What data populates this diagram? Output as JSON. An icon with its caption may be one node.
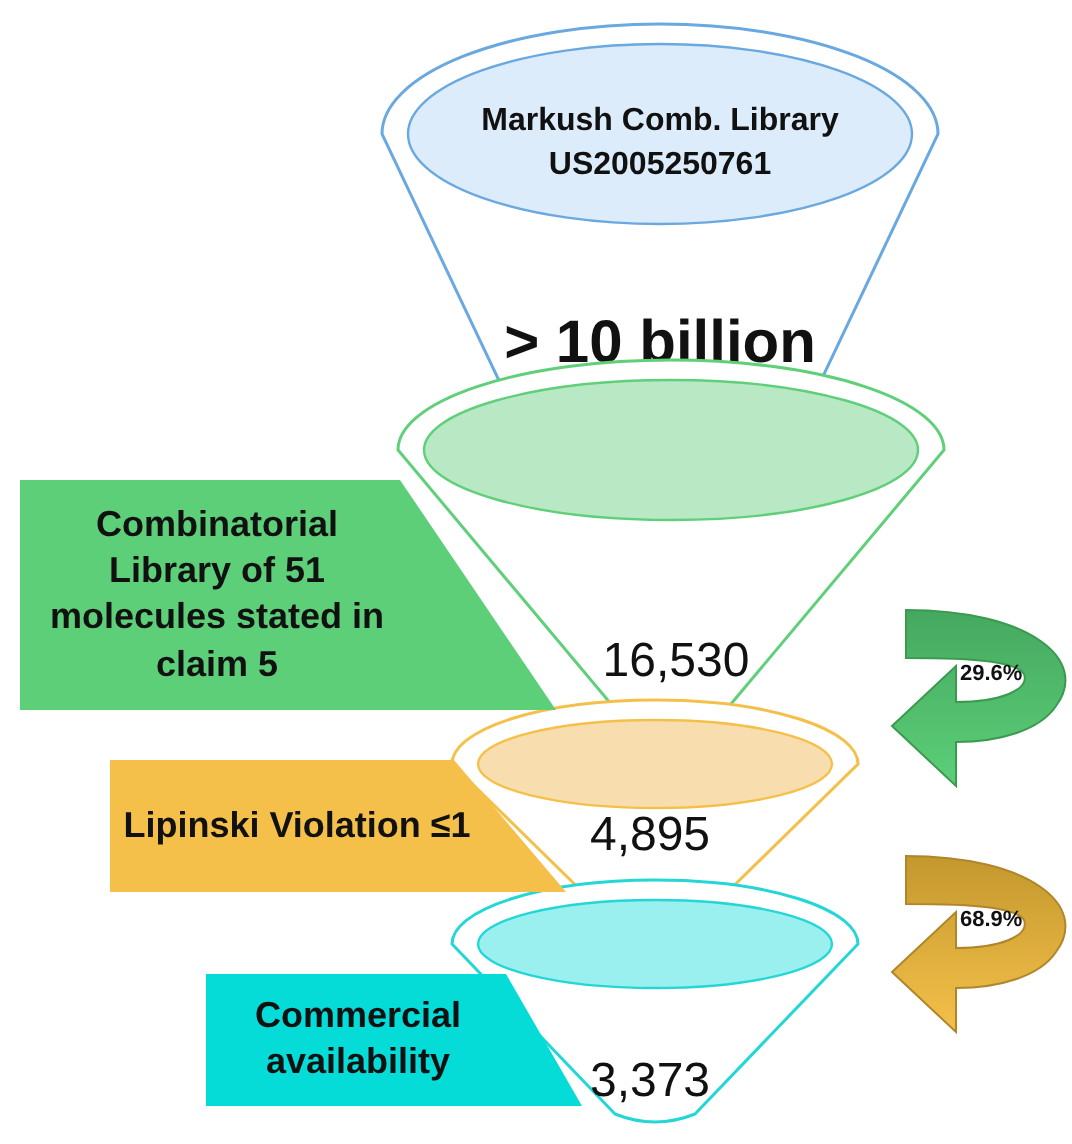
{
  "diagram": {
    "nodes": [
      {
        "text": [
          "Markush Comb. Library US2005250761",
          "> 10 billion"
        ]
      },
      {
        "text": [
          "16,530"
        ]
      },
      {
        "text": [
          "4,895"
        ]
      },
      {
        "text": [
          "3,373"
        ]
      },
      {
        "text": [
          "Combinatorial Library of 51 molecules stated in claim 5"
        ]
      },
      {
        "text": [
          "Lipinski Violation ≤1"
        ]
      },
      {
        "text": [
          "Commercial availability"
        ]
      }
    ],
    "labels": [
      "29.6%",
      "68.9%"
    ]
  }
}
